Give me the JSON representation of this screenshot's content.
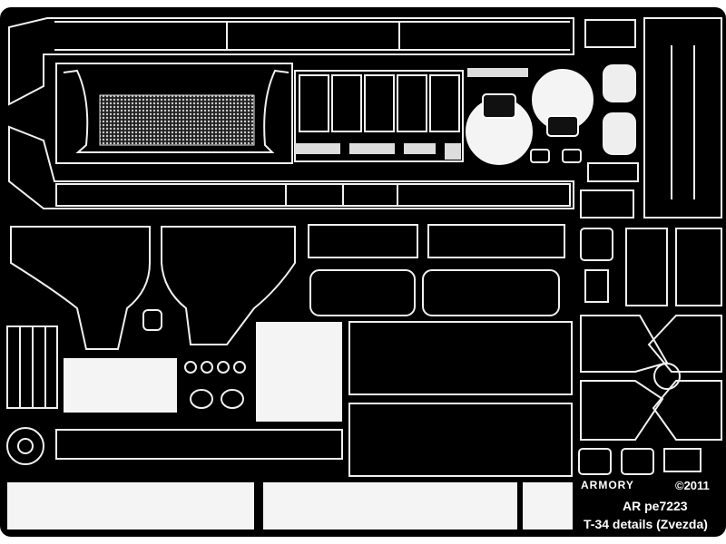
{
  "fret": {
    "brand": "ARMORY",
    "copyright": "©2011",
    "code": "AR pe7223",
    "title": "T-34 details (Zvezda)"
  },
  "colors": {
    "background": "#000000",
    "outline": "#e8e8e8",
    "metal_fill": "#ffffff"
  }
}
